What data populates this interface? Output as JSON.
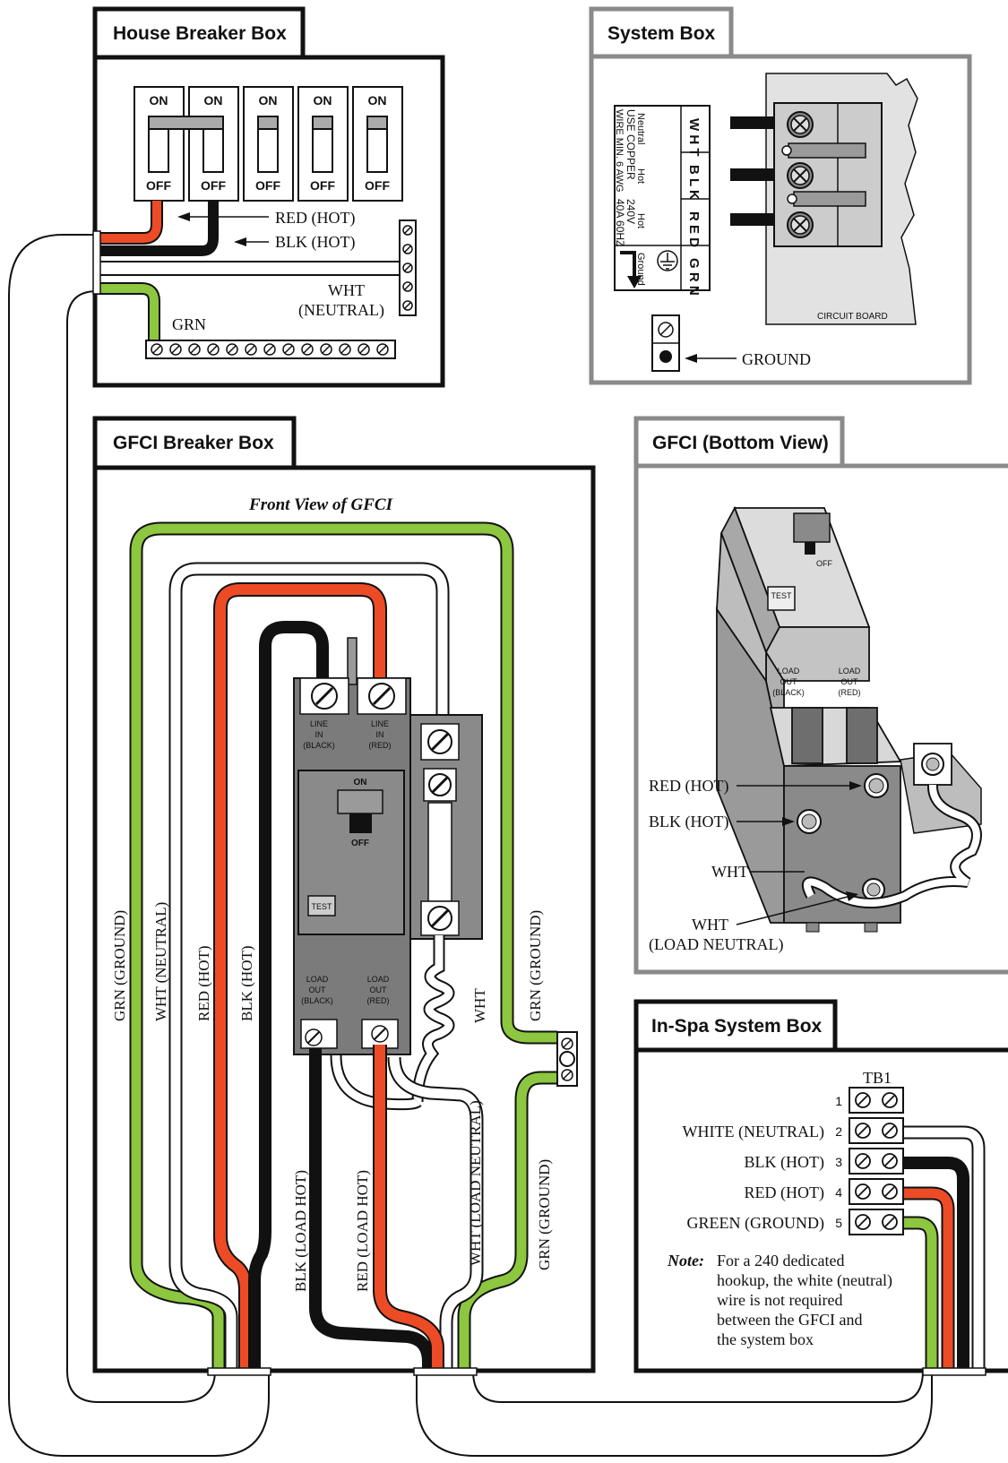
{
  "colors": {
    "red": "#ec4b26",
    "black": "#111111",
    "white": "#ffffff",
    "green": "#8dc63f",
    "gray_box": "#8a8a8a",
    "device_gray": "#7b7b7b",
    "board_gray": "#e2e2e2"
  },
  "house_box": {
    "title": "House Breaker Box",
    "switches": [
      {
        "on": "ON",
        "off": "OFF"
      },
      {
        "on": "ON",
        "off": "OFF"
      },
      {
        "on": "ON",
        "off": "OFF"
      },
      {
        "on": "ON",
        "off": "OFF"
      },
      {
        "on": "ON",
        "off": "OFF"
      }
    ],
    "red_label": "RED (HOT)",
    "blk_label": "BLK (HOT)",
    "wht_label_1": "WHT",
    "wht_label_2": "(NEUTRAL)",
    "grn_label": "GRN"
  },
  "system_box": {
    "title": "System Box",
    "terminal_letters": [
      "W H T",
      "B L K",
      "R E D",
      "G R N"
    ],
    "terminal_small": [
      "Neutral",
      "Hot",
      "Hot",
      "Ground"
    ],
    "spec_1": "USE COPPER",
    "spec_2": "WIRE MIN. 6 AWG",
    "spec_3": "240V",
    "spec_4": "40A  60HZ",
    "board_label": "CIRCUIT BOARD",
    "ground_label": "GROUND"
  },
  "gfci_box": {
    "title": "GFCI Breaker Box",
    "front_view": "Front View of GFCI",
    "line_in_black": [
      "LINE",
      "IN",
      "(BLACK)"
    ],
    "line_in_red": [
      "LINE",
      "IN",
      "(RED)"
    ],
    "on": "ON",
    "off": "OFF",
    "test": "TEST",
    "load_out_black": [
      "LOAD",
      "OUT",
      "(BLACK)"
    ],
    "load_out_red": [
      "LOAD",
      "OUT",
      "(RED)"
    ],
    "wire_labels": {
      "grn_ground": "GRN (GROUND)",
      "wht_neutral": "WHT (NEUTRAL)",
      "red_hot": "RED (HOT)",
      "blk_hot": "BLK (HOT)",
      "wht": "WHT",
      "grn_ground_right": "GRN (GROUND)",
      "blk_load_hot": "BLK (LOAD HOT)",
      "red_load_hot": "RED (LOAD HOT)",
      "wht_load_neutral": "WHT (LOAD NEUTRAL)",
      "grn_ground_bottom": "GRN (GROUND)"
    }
  },
  "gfci_bottom": {
    "title": "GFCI (Bottom View)",
    "off": "OFF",
    "test": "TEST",
    "load_out_black": [
      "LOAD",
      "OUT",
      "(BLACK)"
    ],
    "load_out_red": [
      "LOAD",
      "OUT",
      "(RED)"
    ],
    "red_hot": "RED (HOT)",
    "blk_hot": "BLK (HOT)",
    "wht": "WHT",
    "wht_load_1": "WHT",
    "wht_load_2": "(LOAD NEUTRAL)"
  },
  "inspa_box": {
    "title": "In-Spa System Box",
    "tb_label": "TB1",
    "terminals": [
      {
        "num": "1",
        "label": ""
      },
      {
        "num": "2",
        "label": "WHITE (NEUTRAL)"
      },
      {
        "num": "3",
        "label": "BLK (HOT)"
      },
      {
        "num": "4",
        "label": "RED (HOT)"
      },
      {
        "num": "5",
        "label": "GREEN (GROUND)"
      }
    ],
    "note_label": "Note:",
    "note_lines": [
      "For a 240 dedicated",
      "hookup, the white (neutral)",
      "wire is not required",
      "between the GFCI and",
      "the system box"
    ]
  }
}
